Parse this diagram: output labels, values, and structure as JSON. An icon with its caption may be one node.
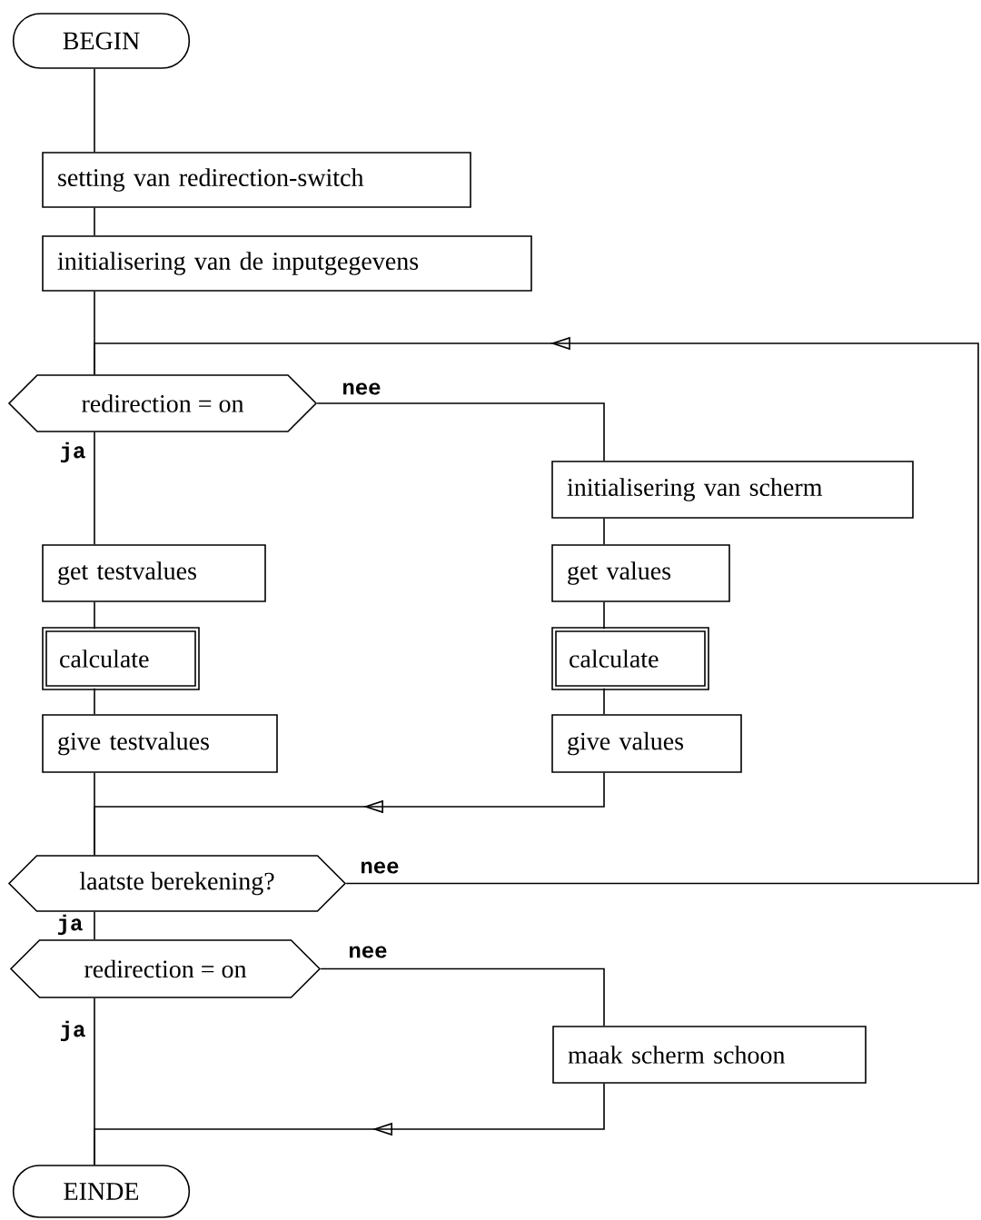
{
  "diagram": {
    "nodes": [
      {
        "text": [
          "BEGIN"
        ]
      },
      {
        "text": [
          "setting van redirection-switch"
        ]
      },
      {
        "text": [
          "initialisering van de inputgegevens"
        ]
      },
      {
        "text": [
          "redirection = on"
        ]
      },
      {
        "text": [
          "initialisering van scherm"
        ]
      },
      {
        "text": [
          "get testvalues"
        ]
      },
      {
        "text": [
          "get values"
        ]
      },
      {
        "text": [
          "calculate"
        ]
      },
      {
        "text": [
          "calculate"
        ]
      },
      {
        "text": [
          "give testvalues"
        ]
      },
      {
        "text": [
          "give values"
        ]
      },
      {
        "text": [
          "laatste berekening?"
        ]
      },
      {
        "text": [
          "redirection = on"
        ]
      },
      {
        "text": [
          "maak scherm schoon"
        ]
      },
      {
        "text": [
          "EINDE"
        ]
      }
    ],
    "edges": [
      {
        "from": 0,
        "to": 1,
        "arrow": "none"
      },
      {
        "from": 1,
        "to": 2,
        "arrow": "none"
      },
      {
        "from": 2,
        "to": 3,
        "arrow": "none"
      },
      {
        "from": 3,
        "to": 4,
        "arrow": "none",
        "label": "nee"
      },
      {
        "from": 4,
        "to": 6,
        "arrow": "none"
      },
      {
        "from": 6,
        "to": 8,
        "arrow": "none"
      },
      {
        "from": 8,
        "to": 10,
        "arrow": "none"
      },
      {
        "from": 10,
        "to": 11,
        "arrow": "to"
      },
      {
        "from": 3,
        "to": 5,
        "arrow": "none",
        "label": "ja"
      },
      {
        "from": 5,
        "to": 7,
        "arrow": "none"
      },
      {
        "from": 7,
        "to": 9,
        "arrow": "none"
      },
      {
        "from": 9,
        "to": 11,
        "arrow": "none"
      },
      {
        "from": 11,
        "to": 3,
        "arrow": "to",
        "label": "nee"
      },
      {
        "from": 11,
        "to": 12,
        "arrow": "none",
        "label": "ja"
      },
      {
        "from": 12,
        "to": 13,
        "arrow": "none",
        "label": "nee"
      },
      {
        "from": 12,
        "to": 14,
        "arrow": "none",
        "label": "ja"
      },
      {
        "from": 13,
        "to": 14,
        "arrow": "to"
      }
    ]
  }
}
